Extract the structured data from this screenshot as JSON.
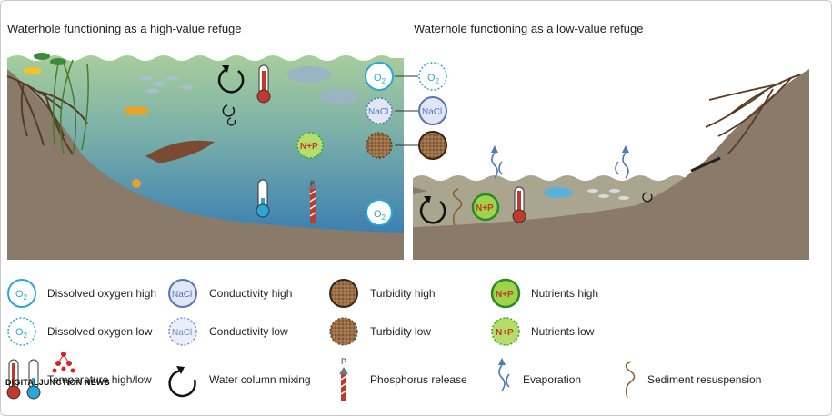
{
  "panels": {
    "left_title": "Waterhole functioning as a high-value refuge",
    "right_title": "Waterhole functioning as a low-value refuge"
  },
  "scene_labels": {
    "o2": "O",
    "o2_sub": "2",
    "nacl": "NaCl",
    "np": "N+P",
    "p": "P"
  },
  "legend": {
    "dissolved_oxygen_high": "Dissolved oxygen high",
    "dissolved_oxygen_low": "Dissolved oxygen low",
    "conductivity_high": "Conductivity high",
    "conductivity_low": "Conductivity low",
    "turbidity_high": "Turbidity high",
    "turbidity_low": "Turbidity low",
    "nutrients_high": "Nutrients high",
    "nutrients_low": "Nutrients low",
    "temperature": "Temperature high/low",
    "mixing": "Water column mixing",
    "phosphorus": "Phosphorus release",
    "evaporation": "Evaporation",
    "resuspension": "Sediment resuspension"
  },
  "watermark": "DIGITALJUNCTION NEWS",
  "colors": {
    "o2_blue": "#2aa7d6",
    "nacl_purple": "#5a74b8",
    "nacl_fill": "#dfe6f4",
    "turbidity_brown": "#a07a54",
    "nutrient_green": "#3aa335",
    "nutrient_fill": "#9fd34a",
    "nutrient_text": "#c0392b",
    "soil": "#8a7a6a",
    "water_top": "#9fc79a",
    "water_bottom": "#2f78b6",
    "shallow_water": "#a9a58e"
  }
}
